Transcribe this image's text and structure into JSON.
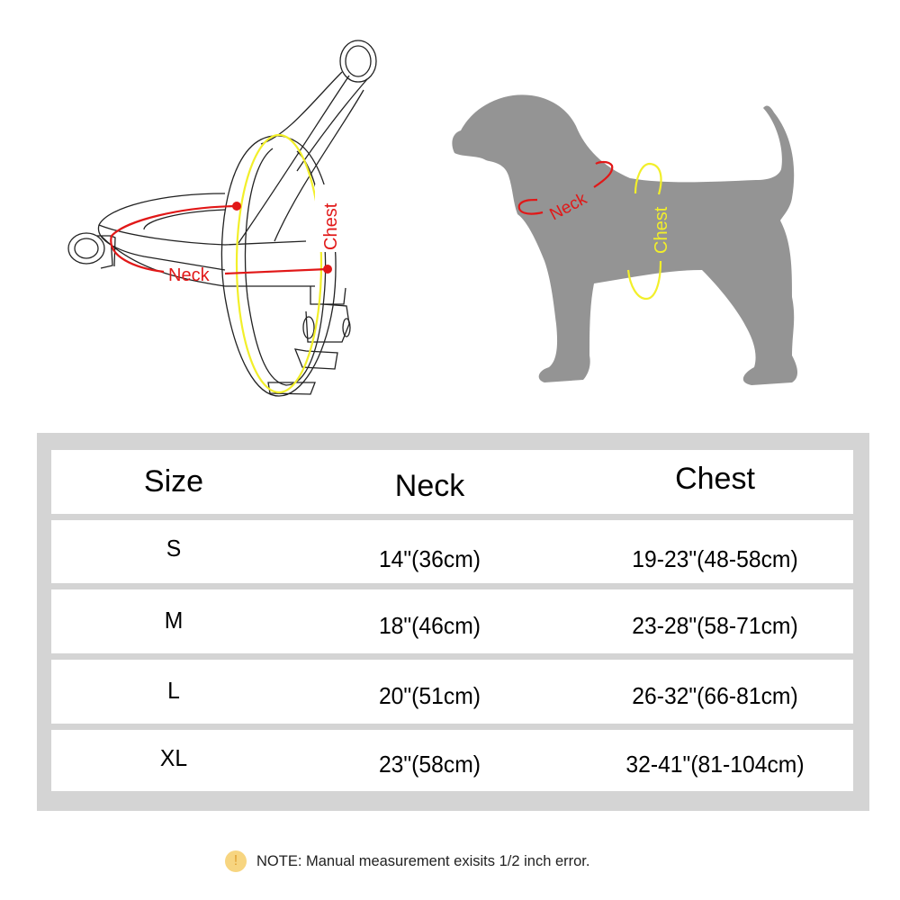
{
  "illustration": {
    "harness_labels": {
      "neck": "Neck",
      "chest": "Chest"
    },
    "dog_labels": {
      "neck": "Neck",
      "chest": "Chest"
    },
    "colors": {
      "neck_line": "#e11818",
      "chest_line": "#f2ef2a",
      "dog_silhouette": "#949494",
      "outline": "#222222"
    }
  },
  "size_table": {
    "headers": {
      "size": "Size",
      "neck": "Neck",
      "chest": "Chest"
    },
    "rows": [
      {
        "size": "S",
        "neck": "14\"(36cm)",
        "chest": "19-23\"(48-58cm)"
      },
      {
        "size": "M",
        "neck": "18\"(46cm)",
        "chest": "23-28\"(58-71cm)"
      },
      {
        "size": "L",
        "neck": "20\"(51cm)",
        "chest": "26-32\"(66-81cm)"
      },
      {
        "size": "XL",
        "neck": "23\"(58cm)",
        "chest": "32-41\"(81-104cm)"
      }
    ],
    "colors": {
      "frame": "#d4d4d4",
      "cell": "#ffffff"
    }
  },
  "note": {
    "icon": "!",
    "text": "NOTE: Manual measurement exisits 1/2 inch error."
  }
}
